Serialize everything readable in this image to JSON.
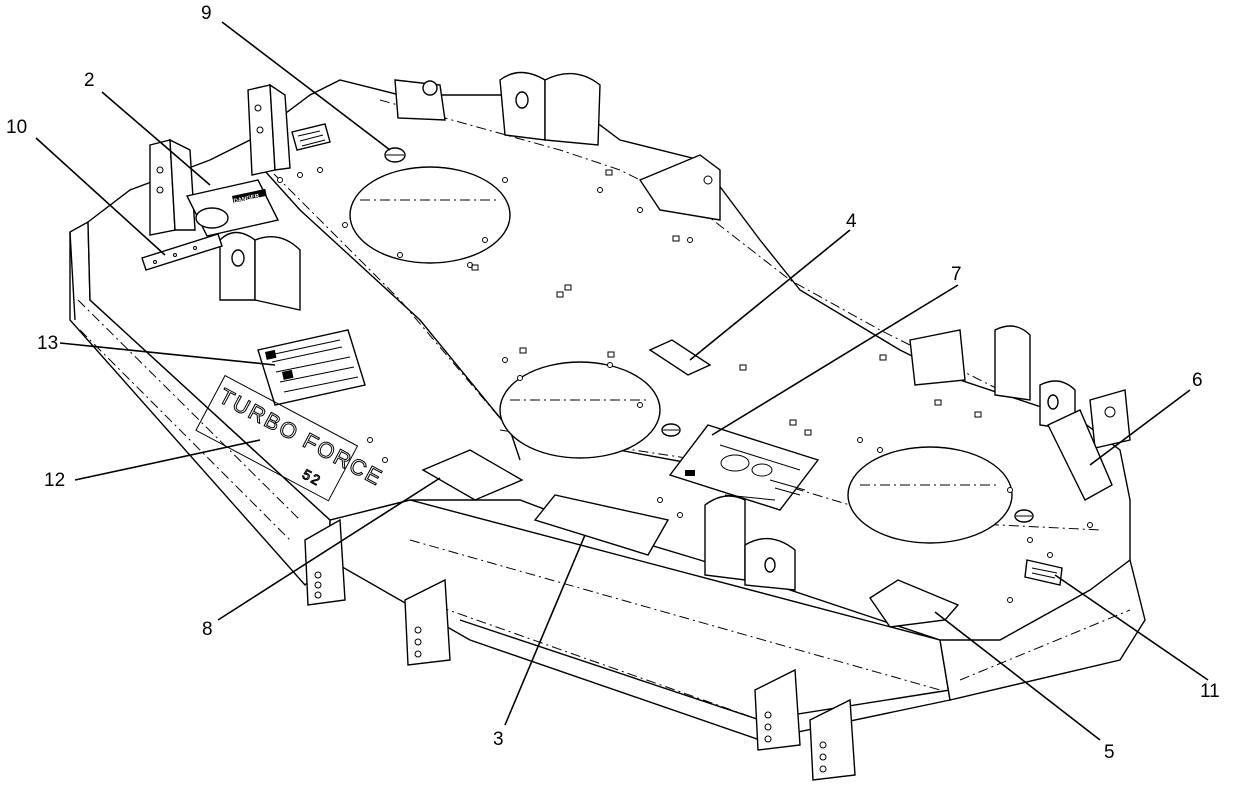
{
  "diagram": {
    "emboss": {
      "line1": "TURBO FORCE",
      "line2": "52"
    },
    "decals": {
      "danger": "DANGER"
    },
    "callouts": [
      {
        "id": "c2",
        "label": "2"
      },
      {
        "id": "c3",
        "label": "3"
      },
      {
        "id": "c4",
        "label": "4"
      },
      {
        "id": "c5",
        "label": "5"
      },
      {
        "id": "c6",
        "label": "6"
      },
      {
        "id": "c7",
        "label": "7"
      },
      {
        "id": "c8",
        "label": "8"
      },
      {
        "id": "c9",
        "label": "9"
      },
      {
        "id": "c10",
        "label": "10"
      },
      {
        "id": "c11",
        "label": "11"
      },
      {
        "id": "c12",
        "label": "12"
      },
      {
        "id": "c13",
        "label": "13"
      }
    ]
  }
}
